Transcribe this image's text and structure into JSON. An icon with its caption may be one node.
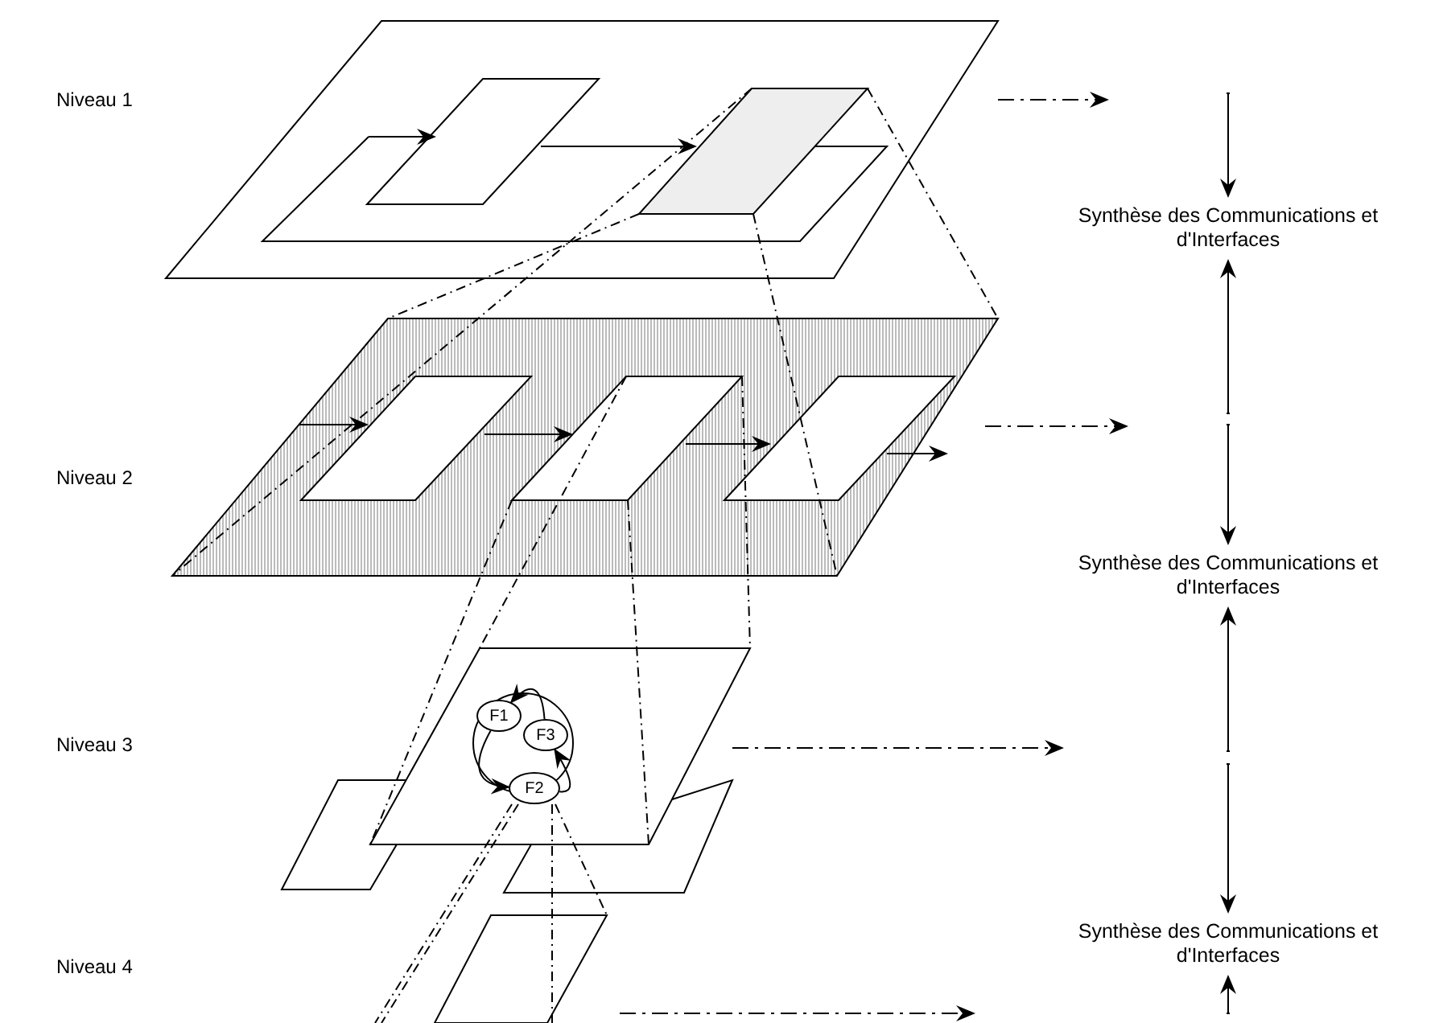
{
  "diagram": {
    "nodes": [
      {
        "text": [
          "Synthèse des Communications et d'Interfaces"
        ]
      },
      {
        "text": [
          "Synthèse des Communications et d'Interfaces"
        ]
      },
      {
        "text": [
          "F1"
        ]
      },
      {
        "text": [
          "F3"
        ]
      },
      {
        "text": [
          "F2"
        ]
      },
      {
        "text": [
          "Synthèse des Communications et d'Interfaces"
        ]
      }
    ],
    "edges": [
      {
        "from": 2,
        "to": 4,
        "arrow": "to"
      },
      {
        "from": 4,
        "to": 3,
        "arrow": "to"
      },
      {
        "from": 3,
        "to": 2,
        "arrow": "to"
      },
      {
        "from": null,
        "to": 0,
        "arrow": "to"
      },
      {
        "from": null,
        "to": 0,
        "arrow": "to"
      },
      {
        "from": null,
        "to": 1,
        "arrow": "to"
      },
      {
        "from": null,
        "to": 1,
        "arrow": "to"
      },
      {
        "from": null,
        "to": 5,
        "arrow": "to"
      },
      {
        "from": null,
        "to": 5,
        "arrow": "to"
      }
    ],
    "labels": [
      "Niveau 1",
      "Niveau 2",
      "Niveau 3",
      "Niveau 4"
    ]
  }
}
